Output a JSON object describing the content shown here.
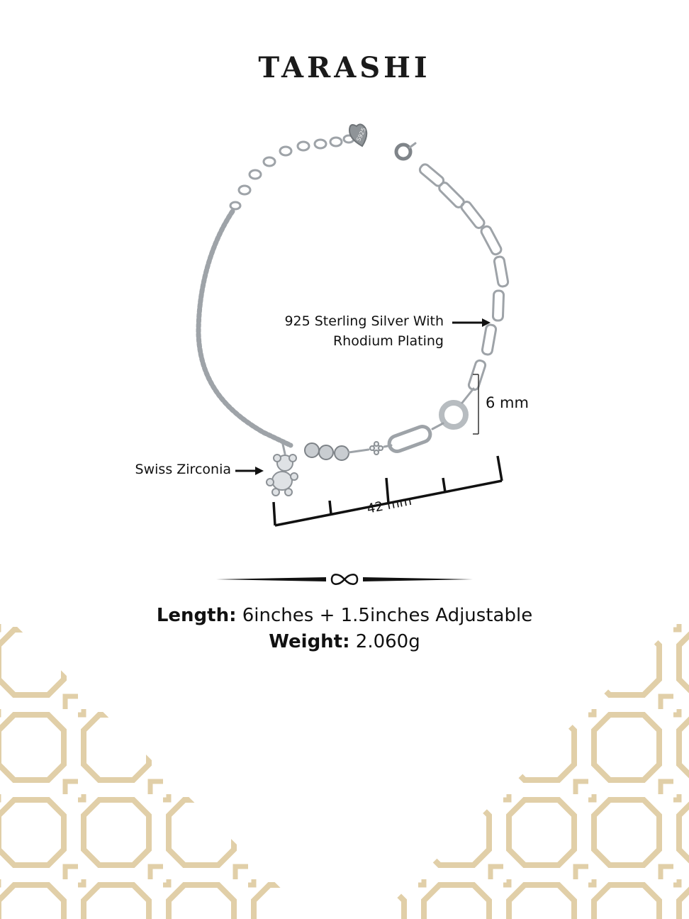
{
  "brand": {
    "name": "TARASHI",
    "accent_color": "#c0272d"
  },
  "product": {
    "material_callout": [
      "925 Sterling Silver With",
      "Rhodium Plating"
    ],
    "stone_callout": "Swiss Zirconia",
    "width_label": "6 mm",
    "length_label": "42 mm",
    "tag_engraving": "S925"
  },
  "specs": {
    "length_key": "Length:",
    "length_value": "6inches + 1.5inches Adjustable",
    "weight_key": "Weight:",
    "weight_value": "2.060g"
  },
  "theme": {
    "pattern_color": "#e1cfa8",
    "text_color": "#111111"
  },
  "icons": {
    "divider": "infinity-icon"
  }
}
